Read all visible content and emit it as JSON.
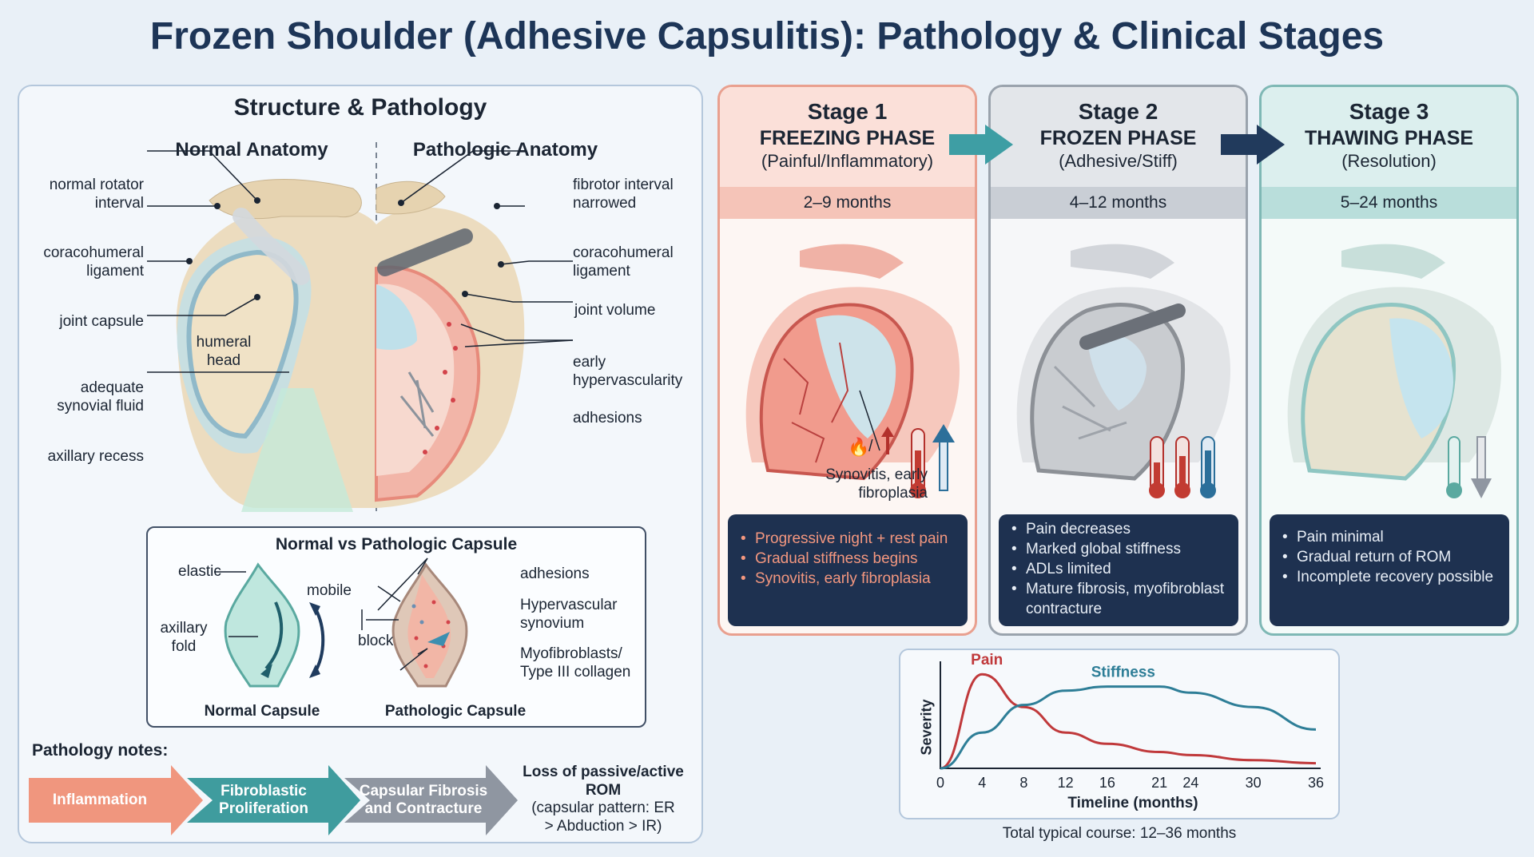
{
  "title": "Frozen Shoulder (Adhesive Capsulitis): Pathology & Clinical Stages",
  "left_panel": {
    "heading": "Structure & Pathology",
    "normal_heading": "Normal Anatomy",
    "pathologic_heading": "Pathologic Anatomy",
    "labels_left": {
      "rotator_interval": "normal rotator interval",
      "coracohumeral": "coracohumeral ligament",
      "joint_capsule": "joint capsule",
      "humeral_head": "humeral head",
      "synovial_fluid": "adequate synovial fluid",
      "axillary_recess": "axillary recess"
    },
    "labels_right": {
      "fibrotor": "fibrotor interval narrowed",
      "coracohumeral": "coracohumeral ligament",
      "joint_volume": "joint volume",
      "hypervascularity": "early hypervascularity",
      "adhesions": "adhesions"
    },
    "capsule_box": {
      "heading": "Normal vs Pathologic Capsule",
      "elastic": "elastic",
      "mobile": "mobile",
      "axillary_fold": "axillary fold",
      "normal_caption": "Normal Capsule",
      "block": "block",
      "adhesions": "adhesions",
      "hypervascular": "Hypervascular synovium",
      "myofibroblasts": "Myofibroblasts/ Type III collagen",
      "pathologic_caption": "Pathologic Capsule"
    },
    "notes_heading": "Pathology notes:",
    "flow": [
      "Inflammation",
      "Fibroblastic Proliferation",
      "Capsular Fibrosis and Contracture"
    ],
    "flow_result_bold": "Loss of passive/active ROM",
    "flow_result_note": "(capsular pattern: ER > Abduction > IR)"
  },
  "stages": [
    {
      "number": "Stage 1",
      "phase": "FREEZING PHASE",
      "sub": "(Painful/Inflammatory)",
      "duration": "2–9 months",
      "caption": "Synovitis, early fibroplasia",
      "bullets": [
        "Progressive night + rest pain",
        "Gradual stiffness begins",
        "Synovitis, early fibroplasia"
      ],
      "colors": {
        "border": "#e9a08f",
        "head": "#fbe0d9",
        "dur": "#f5c4b8",
        "bullet": "#f3977f"
      }
    },
    {
      "number": "Stage 2",
      "phase": "FROZEN PHASE",
      "sub": "(Adhesive/Stiff)",
      "duration": "4–12 months",
      "caption": "",
      "bullets": [
        "Pain decreases",
        "Marked global stiffness",
        "ADLs limited",
        "Mature fibrosis, myofibroblast contracture"
      ],
      "colors": {
        "border": "#9aa3ad",
        "head": "#e3e6ea",
        "dur": "#c9ced5",
        "bullet": "#e8eef6"
      }
    },
    {
      "number": "Stage 3",
      "phase": "THAWING PHASE",
      "sub": "(Resolution)",
      "duration": "5–24 months",
      "caption": "",
      "bullets": [
        "Pain minimal",
        "Gradual return of ROM",
        "Incomplete recovery possible"
      ],
      "colors": {
        "border": "#7fb8b5",
        "head": "#dcefee",
        "dur": "#b9dedb",
        "bullet": "#e8eef6"
      }
    }
  ],
  "chart_data": {
    "type": "line",
    "x": [
      0,
      4,
      8,
      12,
      16,
      21,
      24,
      30,
      36
    ],
    "xlabel": "Timeline (months)",
    "ylabel": "Severity",
    "xlim": [
      0,
      36
    ],
    "ylim": [
      0,
      1
    ],
    "series": [
      {
        "name": "Pain",
        "color": "#c0393b",
        "values": [
          0.0,
          0.92,
          0.6,
          0.35,
          0.24,
          0.16,
          0.13,
          0.08,
          0.05
        ]
      },
      {
        "name": "Stiffness",
        "color": "#2e7e97",
        "values": [
          0.0,
          0.35,
          0.62,
          0.76,
          0.8,
          0.8,
          0.74,
          0.6,
          0.38
        ]
      }
    ],
    "footnote": "Total typical course: 12–36 months"
  }
}
